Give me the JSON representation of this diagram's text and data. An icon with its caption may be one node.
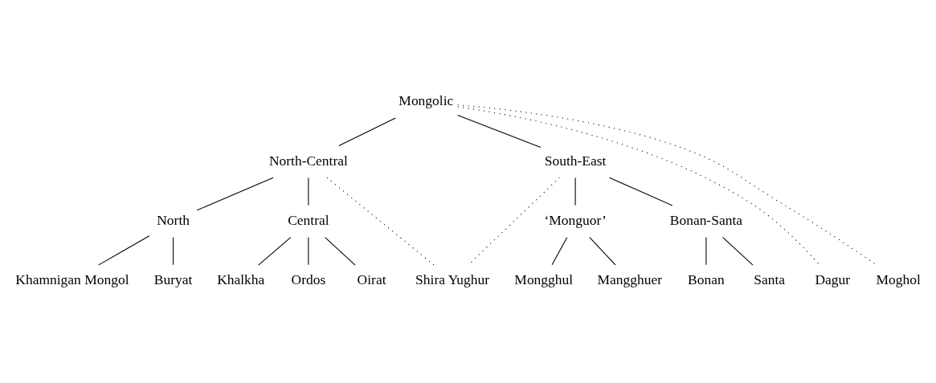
{
  "diagram": {
    "nodes": [
      {
        "text": [
          "Mongolic"
        ]
      },
      {
        "text": [
          "North-Central"
        ]
      },
      {
        "text": [
          "South-East"
        ]
      },
      {
        "text": [
          "North"
        ]
      },
      {
        "text": [
          "Central"
        ]
      },
      {
        "text": [
          "‘Monguor’"
        ]
      },
      {
        "text": [
          "Bonan-Santa"
        ]
      },
      {
        "text": [
          "Khamnigan Mongol"
        ]
      },
      {
        "text": [
          "Buryat"
        ]
      },
      {
        "text": [
          "Khalkha"
        ]
      },
      {
        "text": [
          "Ordos"
        ]
      },
      {
        "text": [
          "Oirat"
        ]
      },
      {
        "text": [
          "Mongghul"
        ]
      },
      {
        "text": [
          "Mangghuer"
        ]
      },
      {
        "text": [
          "Bonan"
        ]
      },
      {
        "text": [
          "Santa"
        ]
      },
      {
        "text": [
          "Dagur"
        ]
      },
      {
        "text": [
          "Shira Yughur"
        ]
      },
      {
        "text": [
          "Moghol"
        ]
      }
    ],
    "edges": [
      {
        "from": 0,
        "to": 16,
        "arrow": "none",
        "style": "dashed"
      },
      {
        "from": 0,
        "to": 1,
        "arrow": "none"
      },
      {
        "from": 0,
        "to": 2,
        "arrow": "none"
      },
      {
        "from": 0,
        "to": 18,
        "arrow": "none",
        "style": "dashed"
      },
      {
        "from": 1,
        "to": 3,
        "arrow": "none"
      },
      {
        "from": 1,
        "to": 4,
        "arrow": "none"
      },
      {
        "from": 1,
        "to": 17,
        "arrow": "none",
        "style": "dashed"
      },
      {
        "from": 2,
        "to": 17,
        "arrow": "none",
        "style": "dashed"
      },
      {
        "from": 2,
        "to": 5,
        "arrow": "none"
      },
      {
        "from": 2,
        "to": 6,
        "arrow": "none"
      },
      {
        "from": 3,
        "to": 7,
        "arrow": "none"
      },
      {
        "from": 3,
        "to": 8,
        "arrow": "none"
      },
      {
        "from": 4,
        "to": 9,
        "arrow": "none"
      },
      {
        "from": 4,
        "to": 10,
        "arrow": "none"
      },
      {
        "from": 4,
        "to": 11,
        "arrow": "none"
      },
      {
        "from": 5,
        "to": 12,
        "arrow": "none"
      },
      {
        "from": 5,
        "to": 13,
        "arrow": "none"
      },
      {
        "from": 6,
        "to": 14,
        "arrow": "none"
      },
      {
        "from": 6,
        "to": 15,
        "arrow": "none"
      }
    ]
  }
}
